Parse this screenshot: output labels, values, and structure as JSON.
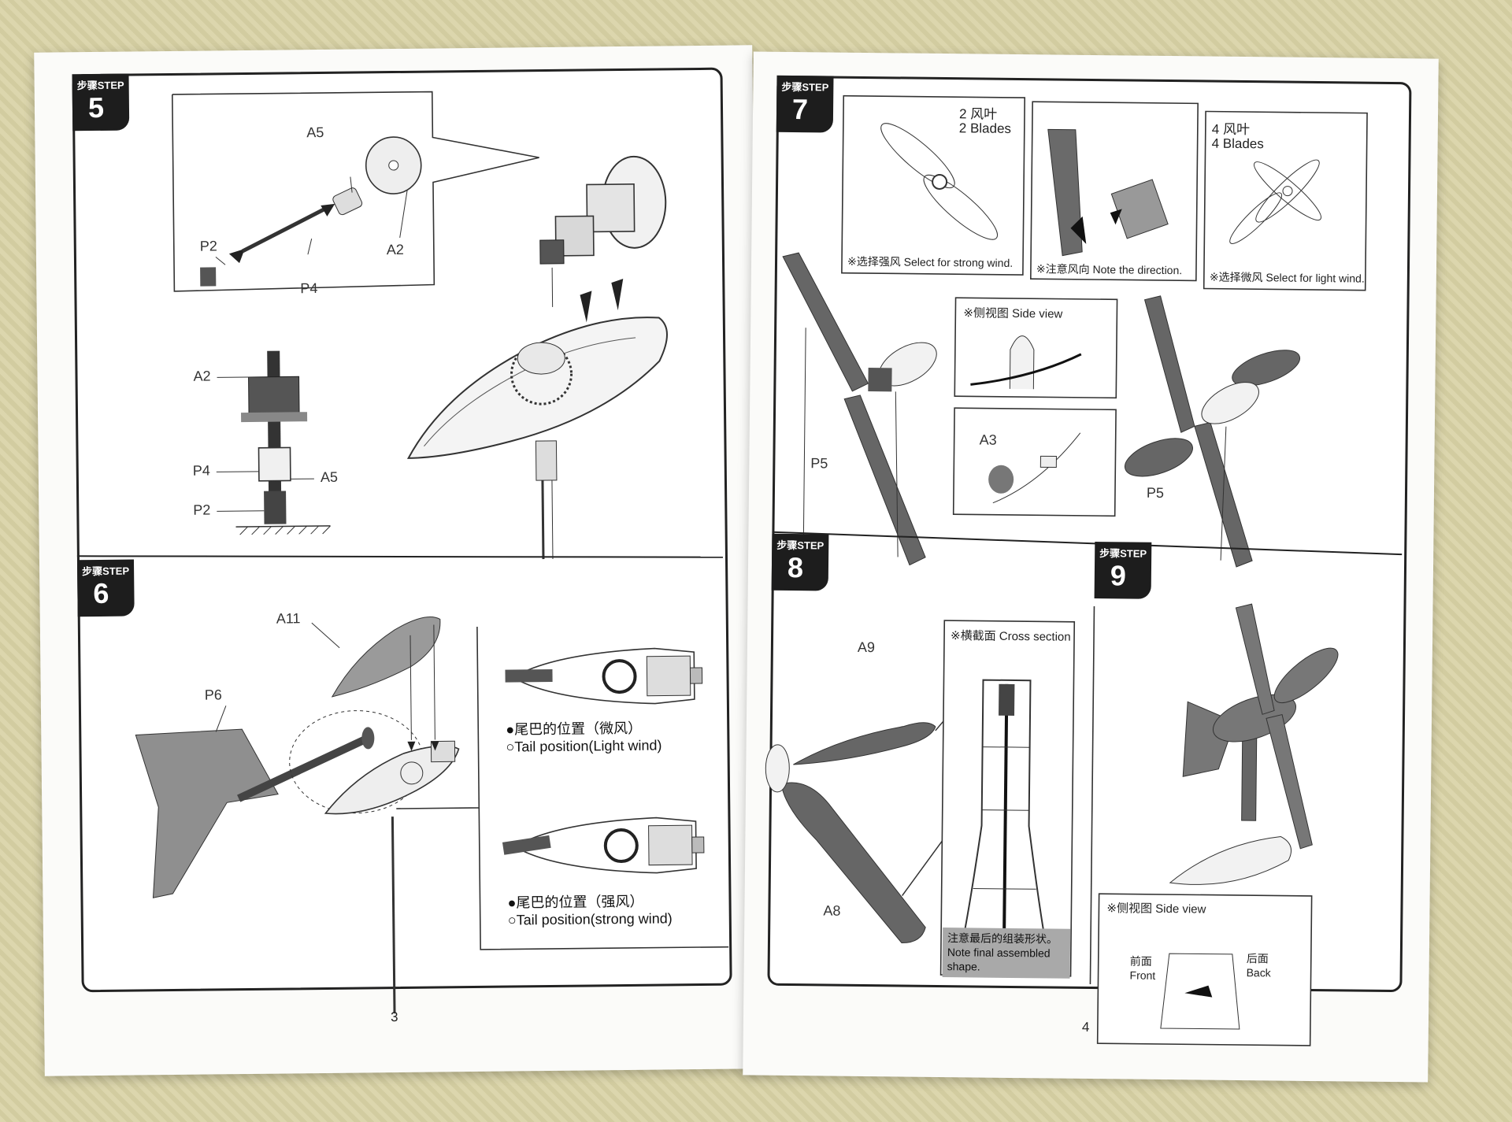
{
  "left_page": {
    "page_number": "3",
    "step5": {
      "step_label": "步骤STEP",
      "step_number": "5",
      "parts": [
        "A5",
        "A2",
        "P2",
        "P4"
      ],
      "detail_labels": {
        "a2": "A2",
        "p4": "P4",
        "a5": "A5",
        "p2": "P2"
      }
    },
    "step6": {
      "step_label": "步骤STEP",
      "step_number": "6",
      "parts": {
        "a11": "A11",
        "p6": "P6"
      },
      "tail_light": {
        "cn": "●尾巴的位置（微风）",
        "en": "○Tail position(Light wind)"
      },
      "tail_strong": {
        "cn": "●尾巴的位置（强风）",
        "en": "○Tail position(strong wind)"
      }
    }
  },
  "right_page": {
    "page_number": "4",
    "step7": {
      "step_label": "步骤STEP",
      "step_number": "7",
      "two_blades": {
        "cn": "2 风叶",
        "en": "2 Blades",
        "caption": "※选择强风 Select for strong wind."
      },
      "direction": {
        "caption": "※注意风向 Note the direction."
      },
      "four_blades": {
        "cn": "4 风叶",
        "en": "4 Blades",
        "caption": "※选择微风 Select for light wind."
      },
      "side_view": "※侧视图 Side view",
      "a3": "A3",
      "p5_left": "P5",
      "p5_right": "P5"
    },
    "step8": {
      "step_label": "步骤STEP",
      "step_number": "8",
      "a9": "A9",
      "a8": "A8",
      "cross_section": "※横截面 Cross section",
      "note_cn": "注意最后的组装形状。",
      "note_en": "Note final assembled shape."
    },
    "step9": {
      "step_label": "步骤STEP",
      "step_number": "9",
      "side_view": "※侧视图 Side view",
      "front_cn": "前面",
      "front_en": "Front",
      "back_cn": "后面",
      "back_en": "Back"
    }
  }
}
